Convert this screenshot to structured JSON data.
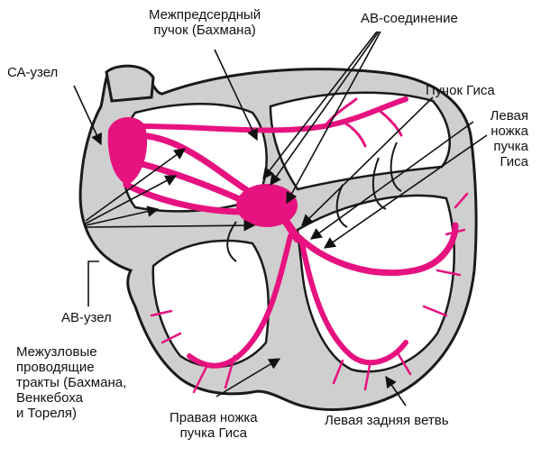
{
  "colors": {
    "conduction": "#e6127f",
    "wall_fill": "#cfcfcf",
    "outline": "#1a1a1a",
    "text": "#111111"
  },
  "labels": {
    "sa_node": "СА-узел",
    "bachmann_line1": "Межпредсердный",
    "bachmann_line2": "пучок (Бахмана)",
    "av_junction": "АВ-соединение",
    "his_bundle": "Пучок Гиса",
    "left_bundle_line1": "Левая",
    "left_bundle_line2": "ножка",
    "left_bundle_line3": "пучка",
    "left_bundle_line4": "Гиса",
    "av_node": "АВ-узел",
    "internodal_line1": "Межузловые",
    "internodal_line2": "проводящие",
    "internodal_line3": "тракты (Бахмана,",
    "internodal_line4": "Венкебоха",
    "internodal_line5": "и Тореля)",
    "right_bundle_line1": "Правая ножка",
    "right_bundle_line2": "пучка Гиса",
    "left_posterior": "Левая задняя ветвь"
  }
}
